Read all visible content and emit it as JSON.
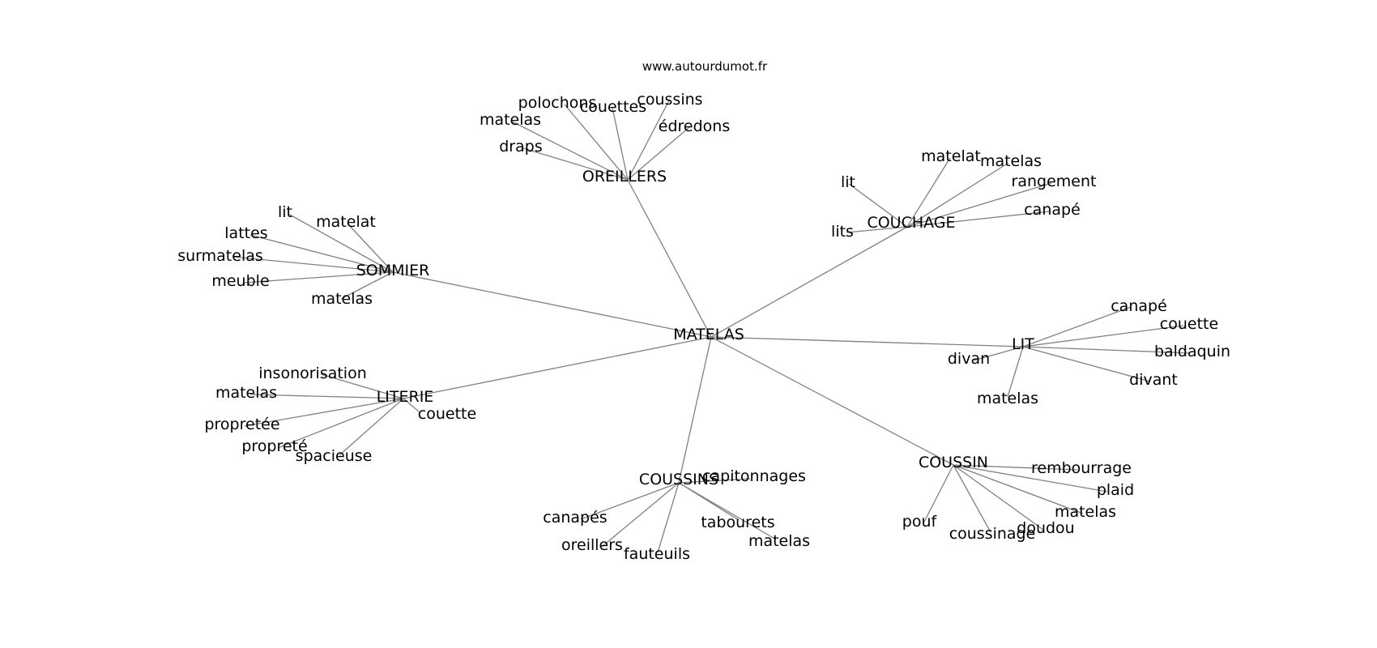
{
  "watermark": "www.autourdumot.fr",
  "center": {
    "id": "matelas",
    "label": "MATELAS"
  },
  "hubs": [
    {
      "id": "oreillers",
      "label": "OREILLERS",
      "leaves": [
        "polochons",
        "couettes",
        "coussins",
        "matelas",
        "édredons",
        "draps"
      ]
    },
    {
      "id": "couchage",
      "label": "COUCHAGE",
      "leaves": [
        "matelat",
        "matelas",
        "lit",
        "rangement",
        "canapé",
        "lits"
      ]
    },
    {
      "id": "sommier",
      "label": "SOMMIER",
      "leaves": [
        "lit",
        "matelat",
        "lattes",
        "surmatelas",
        "meuble",
        "matelas"
      ]
    },
    {
      "id": "lit",
      "label": "LIT",
      "leaves": [
        "canapé",
        "couette",
        "baldaquin",
        "divan",
        "divant",
        "matelas"
      ]
    },
    {
      "id": "literie",
      "label": "LITERIE",
      "leaves": [
        "insonorisation",
        "matelas",
        "couette",
        "propretée",
        "propreté",
        "spacieuse"
      ]
    },
    {
      "id": "coussins",
      "label": "COUSSINS",
      "leaves": [
        "capitonnages",
        "canapés",
        "tabourets",
        "oreillers",
        "fauteuils",
        "matelas"
      ]
    },
    {
      "id": "coussin",
      "label": "COUSSIN",
      "leaves": [
        "rembourrage",
        "plaid",
        "matelas",
        "pouf",
        "doudou",
        "coussinage"
      ]
    }
  ]
}
